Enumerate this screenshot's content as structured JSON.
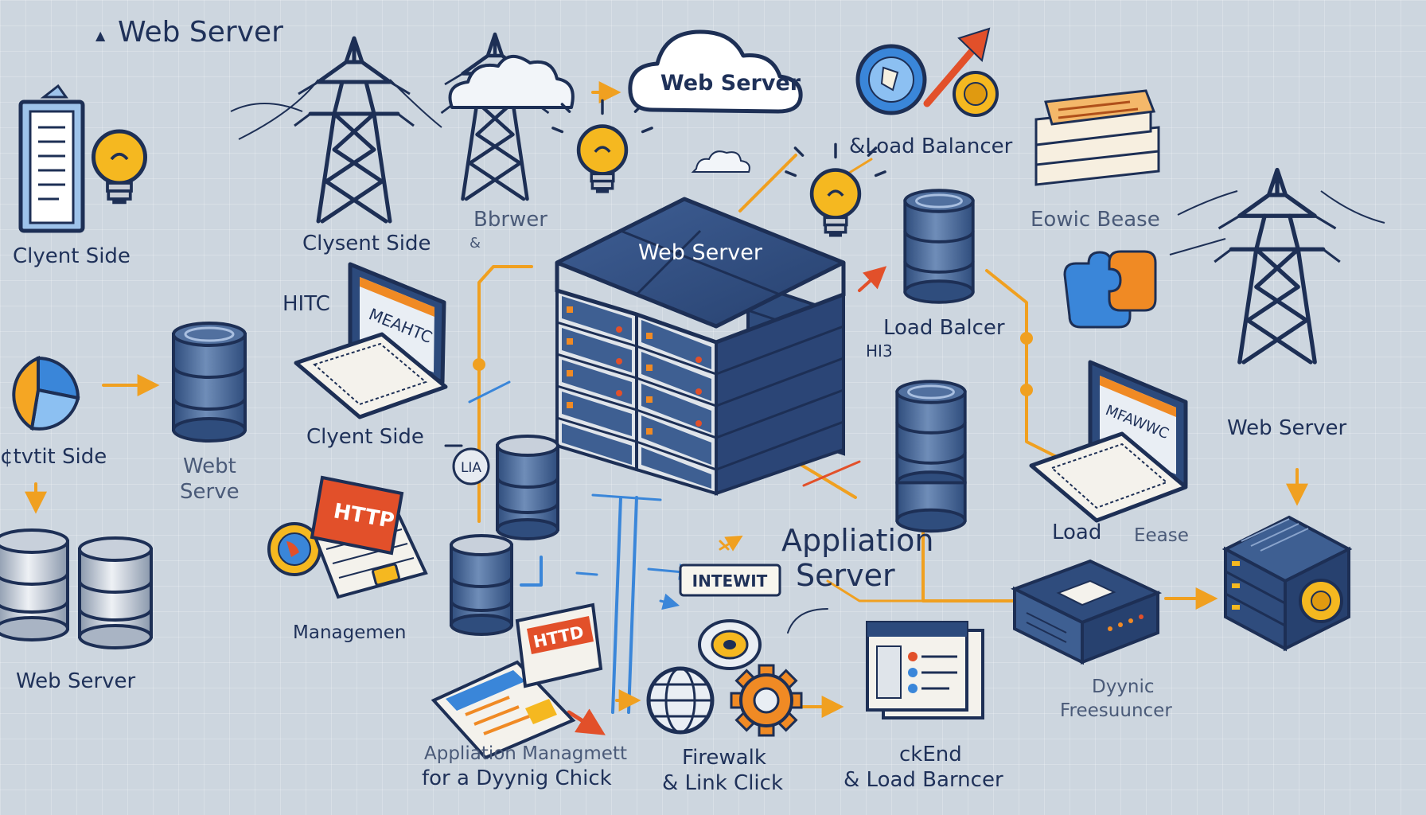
{
  "labels": {
    "title": "Web Server",
    "cloud": "Web Server",
    "server_top": "Web Server",
    "client_side_left": "Clyent Side",
    "client_side_tower": "Clysent Side",
    "browser": "Bbrwer",
    "amp_browser": "&",
    "load_balancer_top": "&Load Balancer",
    "eowic": "Eowic Bease",
    "hitc": "HITC",
    "load_balcer": "Load Balcer",
    "hi3": "HI3",
    "client_side_laptop": "Clyent Side",
    "web_server_right": "Web Server",
    "side_left": "¢tvtit Side",
    "web_serve_1": "Webt",
    "web_serve_2": "Serve",
    "web_server_bottom_left": "Web Server",
    "managemen": "Managemen",
    "application_1": "Appliation",
    "application_2": "Server",
    "load": "Load",
    "eease": "Eease",
    "dyynic_1": "Dyynic",
    "dyynic_2": "Freesuuncer",
    "app_mgmt_1": "Appliation Managmett",
    "app_mgmt_2": "for a Dyynig Chick",
    "firewalk_1": "Firewalk",
    "firewalk_2": "& Link Click",
    "ckend": "ckEnd",
    "load_barncer": "& Load Barncer",
    "badge_lia": "LIA",
    "tag_intewit": "INTEWIT",
    "tag_http_1": "HTTP",
    "tag_http_2": "HTTD",
    "screen_1": "MEAHTC",
    "screen_2": "MFAWWC"
  },
  "colors": {
    "background": "#cdd6df",
    "navy": "#2c4a7c",
    "server_blue": "#3e5f92",
    "accent_orange": "#f08a24",
    "accent_yellow": "#f5b820",
    "connector_blue": "#3a86d9",
    "text": "#1f3159"
  },
  "icons": [
    "document-icon",
    "lightbulb-icon",
    "power-tower-icon",
    "cloud-icon",
    "globe-icon",
    "arrow-up-right-icon",
    "coin-icon",
    "stacked-papers-icon",
    "database-icon",
    "laptop-icon",
    "server-rack-icon",
    "pie-chart-icon",
    "puzzle-icon",
    "gear-icon",
    "browser-window-icon",
    "router-icon",
    "tag-icon"
  ]
}
